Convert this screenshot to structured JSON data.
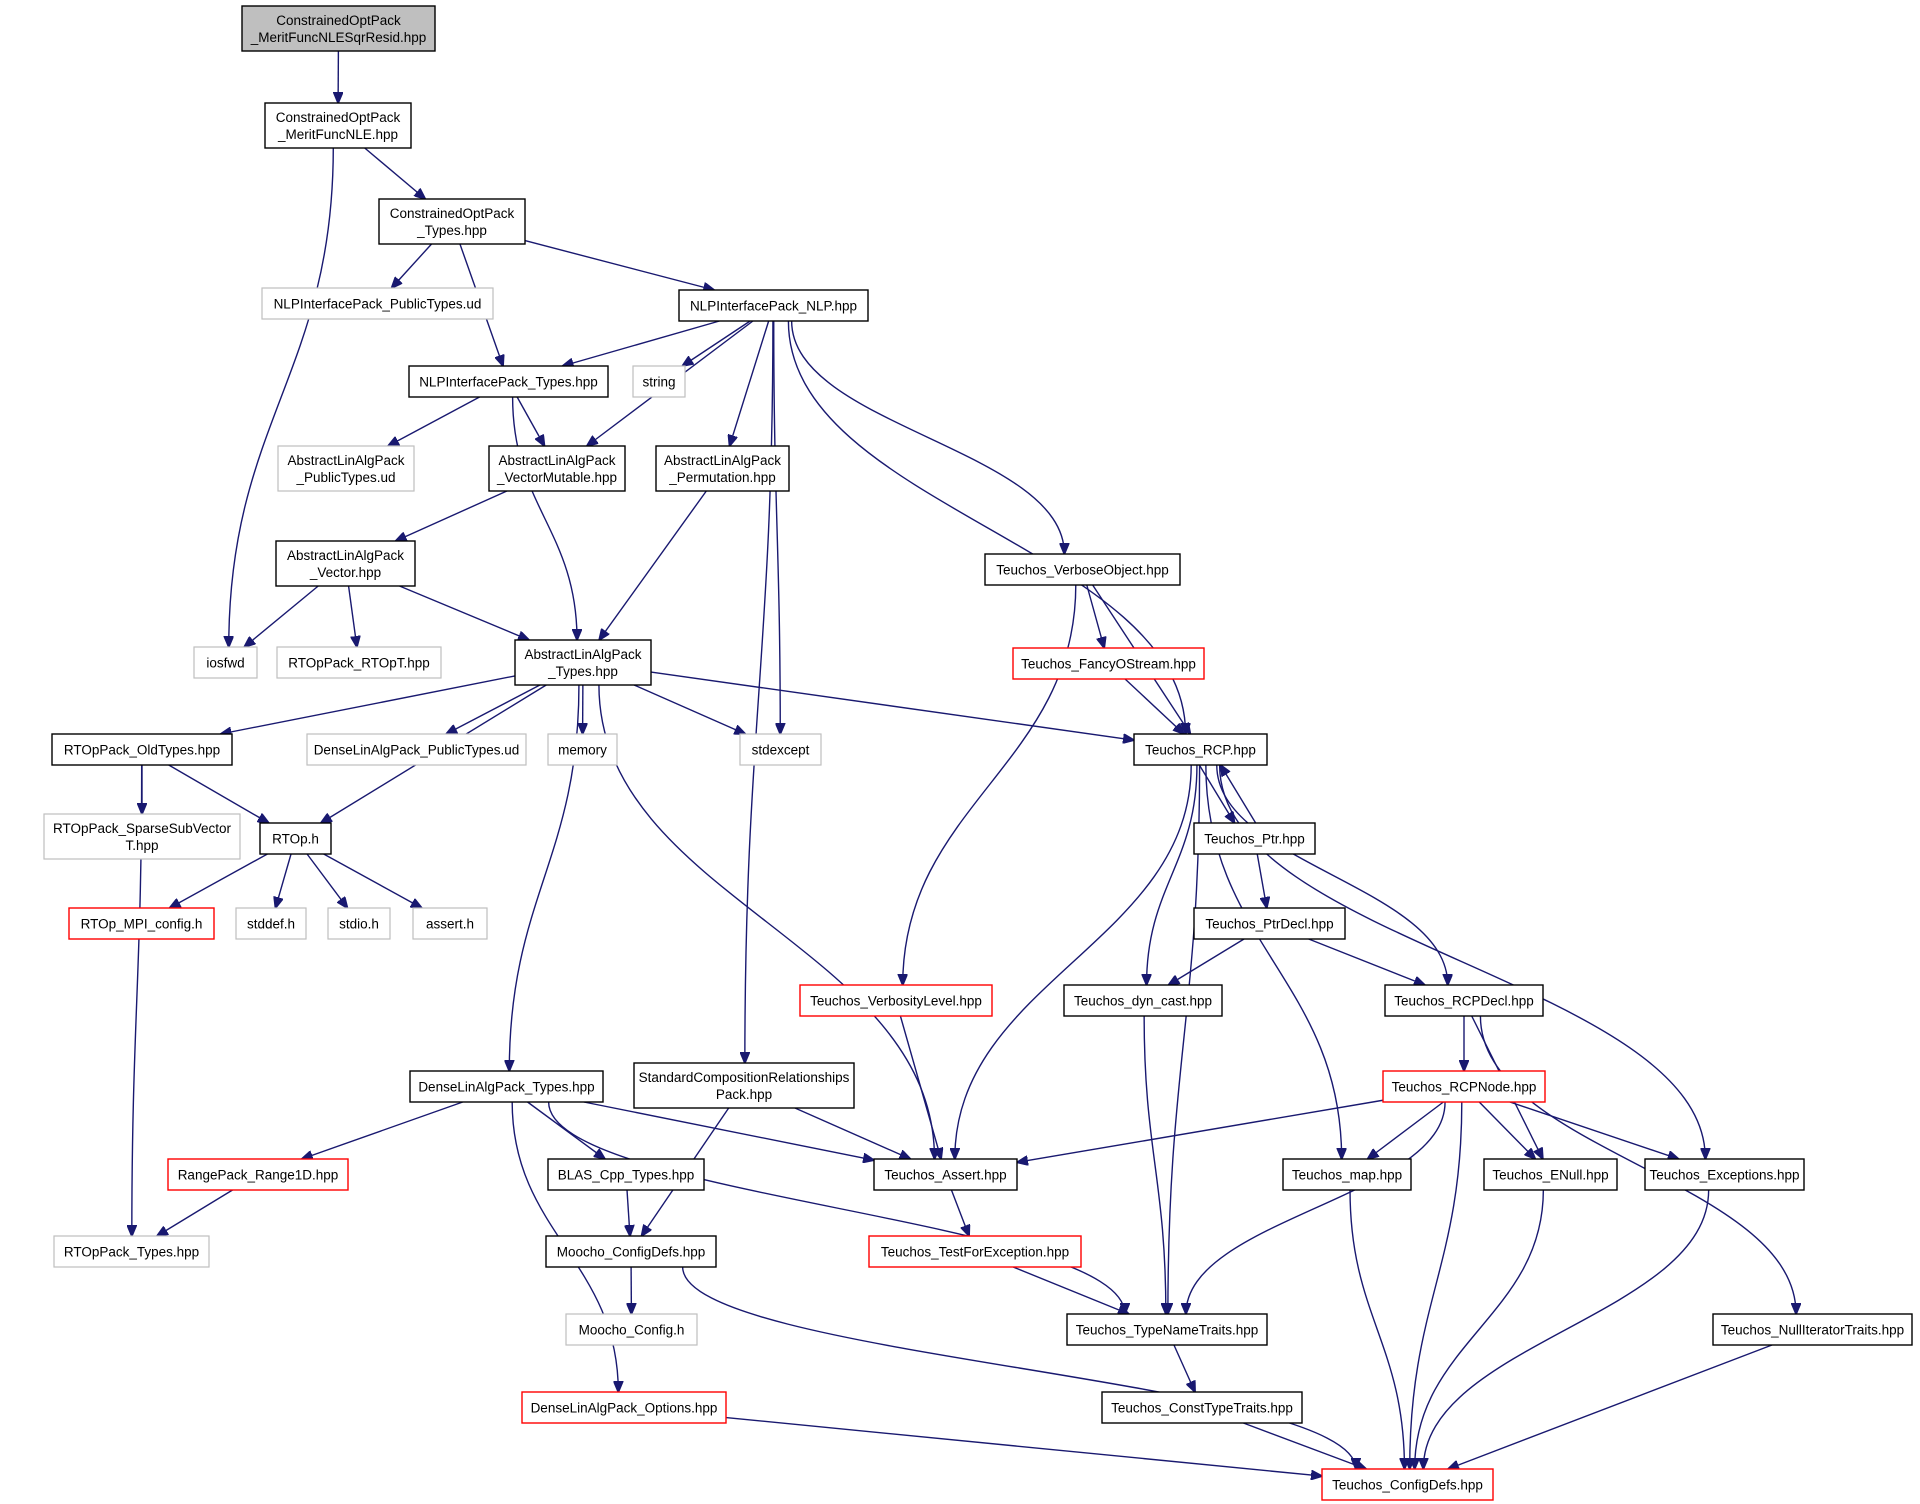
{
  "graph": {
    "colors": {
      "edge": "#191970",
      "box_black": "#000000",
      "box_red": "#ff0000",
      "box_gray": "#bfbfbf",
      "root_fill": "#bfbfbf",
      "background": "#ffffff"
    },
    "nodes": [
      {
        "id": "root",
        "lines": [
          "ConstrainedOptPack",
          "_MeritFuncNLESqrResid.hpp"
        ],
        "style": "root"
      },
      {
        "id": "merit",
        "lines": [
          "ConstrainedOptPack",
          "_MeritFuncNLE.hpp"
        ],
        "style": "black"
      },
      {
        "id": "cop_types",
        "lines": [
          "ConstrainedOptPack",
          "_Types.hpp"
        ],
        "style": "black"
      },
      {
        "id": "nlp_pub",
        "lines": [
          "NLPInterfacePack_PublicTypes.ud"
        ],
        "style": "gray"
      },
      {
        "id": "nlp_nlp",
        "lines": [
          "NLPInterfacePack_NLP.hpp"
        ],
        "style": "black"
      },
      {
        "id": "nlp_types",
        "lines": [
          "NLPInterfacePack_Types.hpp"
        ],
        "style": "black"
      },
      {
        "id": "string",
        "lines": [
          "string"
        ],
        "style": "gray"
      },
      {
        "id": "ala_pub",
        "lines": [
          "AbstractLinAlgPack",
          "_PublicTypes.ud"
        ],
        "style": "gray"
      },
      {
        "id": "ala_vm",
        "lines": [
          "AbstractLinAlgPack",
          "_VectorMutable.hpp"
        ],
        "style": "black"
      },
      {
        "id": "ala_perm",
        "lines": [
          "AbstractLinAlgPack",
          "_Permutation.hpp"
        ],
        "style": "black"
      },
      {
        "id": "ala_vec",
        "lines": [
          "AbstractLinAlgPack",
          "_Vector.hpp"
        ],
        "style": "black"
      },
      {
        "id": "t_verbobj",
        "lines": [
          "Teuchos_VerboseObject.hpp"
        ],
        "style": "black"
      },
      {
        "id": "iosfwd",
        "lines": [
          "iosfwd"
        ],
        "style": "gray"
      },
      {
        "id": "rtopt",
        "lines": [
          "RTOpPack_RTOpT.hpp"
        ],
        "style": "gray"
      },
      {
        "id": "ala_types",
        "lines": [
          "AbstractLinAlgPack",
          "_Types.hpp"
        ],
        "style": "black"
      },
      {
        "id": "t_fancy",
        "lines": [
          "Teuchos_FancyOStream.hpp"
        ],
        "style": "red"
      },
      {
        "id": "rtop_old",
        "lines": [
          "RTOpPack_OldTypes.hpp"
        ],
        "style": "black"
      },
      {
        "id": "dla_pub",
        "lines": [
          "DenseLinAlgPack_PublicTypes.ud"
        ],
        "style": "gray"
      },
      {
        "id": "memory",
        "lines": [
          "memory"
        ],
        "style": "gray"
      },
      {
        "id": "stdexcept",
        "lines": [
          "stdexcept"
        ],
        "style": "gray"
      },
      {
        "id": "t_rcp",
        "lines": [
          "Teuchos_RCP.hpp"
        ],
        "style": "black"
      },
      {
        "id": "rtop_sparse",
        "lines": [
          "RTOpPack_SparseSubVector",
          "T.hpp"
        ],
        "style": "gray"
      },
      {
        "id": "rtop_h",
        "lines": [
          "RTOp.h"
        ],
        "style": "black"
      },
      {
        "id": "t_ptr",
        "lines": [
          "Teuchos_Ptr.hpp"
        ],
        "style": "black"
      },
      {
        "id": "rtop_mpi",
        "lines": [
          "RTOp_MPI_config.h"
        ],
        "style": "red"
      },
      {
        "id": "stddef",
        "lines": [
          "stddef.h"
        ],
        "style": "gray"
      },
      {
        "id": "stdio",
        "lines": [
          "stdio.h"
        ],
        "style": "gray"
      },
      {
        "id": "assert",
        "lines": [
          "assert.h"
        ],
        "style": "gray"
      },
      {
        "id": "t_ptrdecl",
        "lines": [
          "Teuchos_PtrDecl.hpp"
        ],
        "style": "black"
      },
      {
        "id": "t_verblev",
        "lines": [
          "Teuchos_VerbosityLevel.hpp"
        ],
        "style": "red"
      },
      {
        "id": "t_dyncast",
        "lines": [
          "Teuchos_dyn_cast.hpp"
        ],
        "style": "black"
      },
      {
        "id": "t_rcpdecl",
        "lines": [
          "Teuchos_RCPDecl.hpp"
        ],
        "style": "black"
      },
      {
        "id": "dla_types",
        "lines": [
          "DenseLinAlgPack_Types.hpp"
        ],
        "style": "black"
      },
      {
        "id": "std_comp",
        "lines": [
          "StandardCompositionRelationships",
          "Pack.hpp"
        ],
        "style": "black"
      },
      {
        "id": "t_rcpnode",
        "lines": [
          "Teuchos_RCPNode.hpp"
        ],
        "style": "red"
      },
      {
        "id": "range1d",
        "lines": [
          "RangePack_Range1D.hpp"
        ],
        "style": "red"
      },
      {
        "id": "blas",
        "lines": [
          "BLAS_Cpp_Types.hpp"
        ],
        "style": "black"
      },
      {
        "id": "t_assert",
        "lines": [
          "Teuchos_Assert.hpp"
        ],
        "style": "black"
      },
      {
        "id": "t_map",
        "lines": [
          "Teuchos_map.hpp"
        ],
        "style": "black"
      },
      {
        "id": "t_enull",
        "lines": [
          "Teuchos_ENull.hpp"
        ],
        "style": "black"
      },
      {
        "id": "t_exc",
        "lines": [
          "Teuchos_Exceptions.hpp"
        ],
        "style": "black"
      },
      {
        "id": "rtop_types",
        "lines": [
          "RTOpPack_Types.hpp"
        ],
        "style": "gray"
      },
      {
        "id": "moocho_cd",
        "lines": [
          "Moocho_ConfigDefs.hpp"
        ],
        "style": "black"
      },
      {
        "id": "t_tfe",
        "lines": [
          "Teuchos_TestForException.hpp"
        ],
        "style": "red"
      },
      {
        "id": "moocho_cfg",
        "lines": [
          "Moocho_Config.h"
        ],
        "style": "gray"
      },
      {
        "id": "t_tnt",
        "lines": [
          "Teuchos_TypeNameTraits.hpp"
        ],
        "style": "black"
      },
      {
        "id": "t_nullit",
        "lines": [
          "Teuchos_NullIteratorTraits.hpp"
        ],
        "style": "black"
      },
      {
        "id": "dla_opt",
        "lines": [
          "DenseLinAlgPack_Options.hpp"
        ],
        "style": "red"
      },
      {
        "id": "t_ctt",
        "lines": [
          "Teuchos_ConstTypeTraits.hpp"
        ],
        "style": "black"
      },
      {
        "id": "t_cdefs",
        "lines": [
          "Teuchos_ConfigDefs.hpp"
        ],
        "style": "red"
      }
    ],
    "edges": [
      [
        "root",
        "merit"
      ],
      [
        "merit",
        "iosfwd"
      ],
      [
        "merit",
        "cop_types"
      ],
      [
        "cop_types",
        "nlp_pub"
      ],
      [
        "cop_types",
        "nlp_types"
      ],
      [
        "cop_types",
        "nlp_nlp"
      ],
      [
        "nlp_nlp",
        "nlp_types"
      ],
      [
        "nlp_nlp",
        "string"
      ],
      [
        "nlp_nlp",
        "ala_vm"
      ],
      [
        "nlp_nlp",
        "ala_perm"
      ],
      [
        "nlp_nlp",
        "stdexcept"
      ],
      [
        "nlp_nlp",
        "std_comp"
      ],
      [
        "nlp_nlp",
        "t_rcp"
      ],
      [
        "nlp_nlp",
        "t_verbobj"
      ],
      [
        "nlp_types",
        "ala_pub"
      ],
      [
        "nlp_types",
        "ala_vm"
      ],
      [
        "nlp_types",
        "ala_types"
      ],
      [
        "ala_vm",
        "ala_vec"
      ],
      [
        "ala_perm",
        "ala_types"
      ],
      [
        "ala_vec",
        "iosfwd"
      ],
      [
        "ala_vec",
        "rtopt"
      ],
      [
        "ala_vec",
        "ala_types"
      ],
      [
        "t_verbobj",
        "t_fancy"
      ],
      [
        "t_verbobj",
        "t_rcp"
      ],
      [
        "t_verbobj",
        "t_verblev"
      ],
      [
        "t_fancy",
        "t_rcp"
      ],
      [
        "ala_types",
        "rtop_old"
      ],
      [
        "ala_types",
        "rtop_h"
      ],
      [
        "ala_types",
        "dla_pub"
      ],
      [
        "ala_types",
        "memory"
      ],
      [
        "ala_types",
        "stdexcept"
      ],
      [
        "ala_types",
        "t_rcp"
      ],
      [
        "ala_types",
        "dla_types"
      ],
      [
        "ala_types",
        "t_assert"
      ],
      [
        "rtop_old",
        "rtop_sparse"
      ],
      [
        "rtop_old",
        "rtop_h"
      ],
      [
        "rtop_old",
        "rtop_types"
      ],
      [
        "rtop_h",
        "rtop_mpi"
      ],
      [
        "rtop_h",
        "stddef"
      ],
      [
        "rtop_h",
        "stdio"
      ],
      [
        "rtop_h",
        "assert"
      ],
      [
        "t_rcp",
        "t_ptr"
      ],
      [
        "t_ptr",
        "t_rcp"
      ],
      [
        "t_rcp",
        "t_dyncast"
      ],
      [
        "t_rcp",
        "t_assert"
      ],
      [
        "t_rcp",
        "t_tnt"
      ],
      [
        "t_rcp",
        "t_map"
      ],
      [
        "t_rcp",
        "t_rcpdecl"
      ],
      [
        "t_rcp",
        "t_exc"
      ],
      [
        "t_ptr",
        "t_ptrdecl"
      ],
      [
        "t_ptrdecl",
        "t_dyncast"
      ],
      [
        "t_ptrdecl",
        "t_rcpdecl"
      ],
      [
        "t_verblev",
        "t_assert"
      ],
      [
        "t_dyncast",
        "t_tnt"
      ],
      [
        "t_rcpdecl",
        "t_rcpnode"
      ],
      [
        "t_rcpdecl",
        "t_enull"
      ],
      [
        "t_rcpdecl",
        "t_nullit"
      ],
      [
        "t_rcpnode",
        "t_assert"
      ],
      [
        "t_rcpnode",
        "t_map"
      ],
      [
        "t_rcpnode",
        "t_enull"
      ],
      [
        "t_rcpnode",
        "t_exc"
      ],
      [
        "t_rcpnode",
        "t_tnt"
      ],
      [
        "t_rcpnode",
        "t_cdefs"
      ],
      [
        "dla_types",
        "range1d"
      ],
      [
        "dla_types",
        "blas"
      ],
      [
        "dla_types",
        "t_assert"
      ],
      [
        "dla_types",
        "t_tnt"
      ],
      [
        "dla_types",
        "dla_opt"
      ],
      [
        "std_comp",
        "t_assert"
      ],
      [
        "std_comp",
        "moocho_cd"
      ],
      [
        "range1d",
        "rtop_types"
      ],
      [
        "blas",
        "moocho_cd"
      ],
      [
        "t_assert",
        "t_tfe"
      ],
      [
        "t_tfe",
        "t_tnt"
      ],
      [
        "moocho_cd",
        "moocho_cfg"
      ],
      [
        "moocho_cd",
        "t_cdefs"
      ],
      [
        "t_tnt",
        "t_ctt"
      ],
      [
        "t_ctt",
        "t_cdefs"
      ],
      [
        "t_map",
        "t_cdefs"
      ],
      [
        "t_enull",
        "t_cdefs"
      ],
      [
        "t_exc",
        "t_cdefs"
      ],
      [
        "t_nullit",
        "t_cdefs"
      ],
      [
        "dla_opt",
        "t_cdefs"
      ]
    ]
  }
}
